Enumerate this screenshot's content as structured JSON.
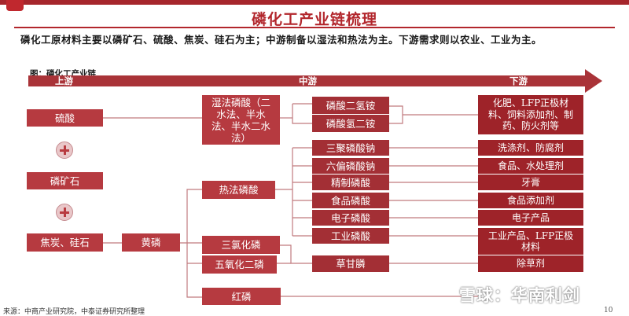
{
  "header": {
    "title": "磷化工产业链梳理",
    "subtitle": "磷化工原材料主要以磷矿石、硫酸、焦炭、硅石为主；中游制备以湿法和热法为主。下游需求则以农业、工业为主。"
  },
  "figure": {
    "caption": "图：磷化工产业链",
    "stages": {
      "upstream": "上游",
      "midstream": "中游",
      "downstream": "下游"
    }
  },
  "upstream": {
    "sulfuric_acid": "硫酸",
    "phosphate_rock": "磷矿石",
    "coke_silica": "焦炭、硅石"
  },
  "midstream": {
    "yellow_phosphorus": "黄磷",
    "wet_process": "湿法磷酸（二水法、半水法、半水二水法）",
    "thermal_process": "热法磷酸",
    "pcl3": "三氯化磷",
    "p2o3": "五氧化二磷",
    "red_phosphorus": "红磷",
    "map": "磷酸二氢铵",
    "dap": "磷酸氢二铵",
    "stpp": "三聚磷酸钠",
    "shmp": "六偏磷酸钠",
    "refined_acid": "精制磷酸",
    "food_acid": "食品磷酸",
    "electronic_acid": "电子磷酸",
    "industrial_acid": "工业磷酸",
    "glyphosate": "草甘膦"
  },
  "downstream": {
    "fertilizer": "化肥、LFP正极材料、饲料添加剂、制药、防火剂等",
    "detergent": "洗涤剂、防腐剂",
    "food_water": "食品、水处理剂",
    "toothpaste": "牙膏",
    "food_additive": "食品添加剂",
    "electronics": "电子产品",
    "industrial": "工业产品、LFP正极材料",
    "herbicide": "除草剂"
  },
  "footer": {
    "source": "来源：中商产业研究院，中泰证券研究所整理",
    "page": "10",
    "watermark": "雪球：华南利剑"
  },
  "colors": {
    "accent": "#b2262c",
    "box": "#b63a40",
    "box_dark": "#9e2329"
  }
}
